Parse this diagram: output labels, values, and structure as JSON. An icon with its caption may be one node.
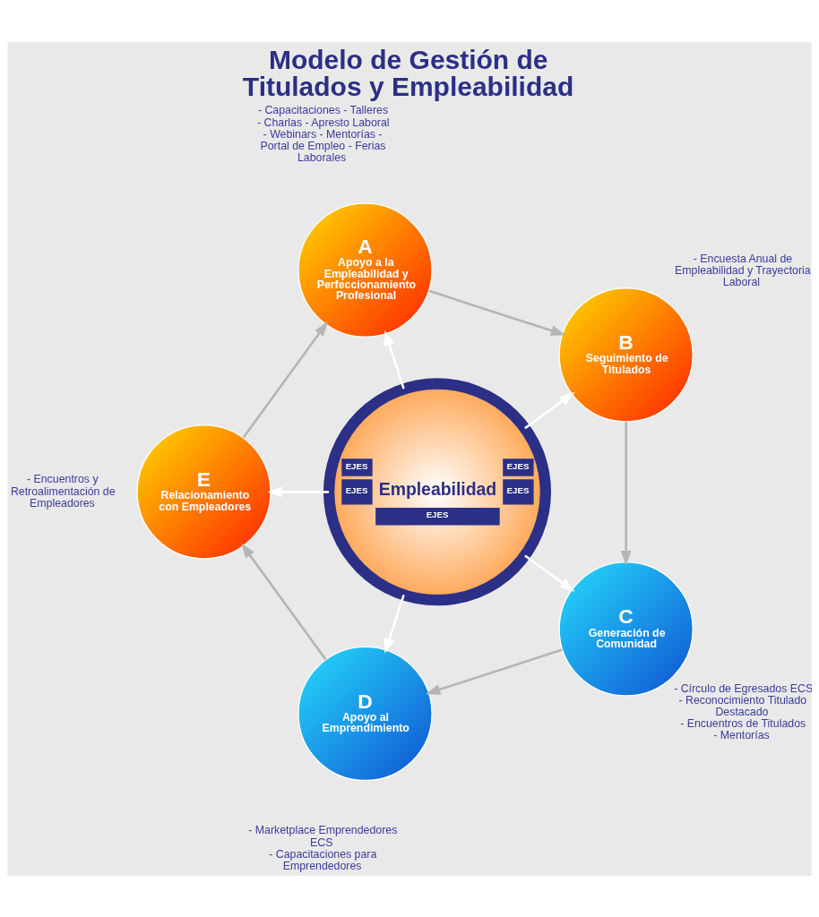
{
  "diagram": {
    "title": "Modelo de Gestión de Titulados y Empleabilidad",
    "nodes": [
      {
        "text": [
          "A",
          "Apoyo a la Empleabilidad y Perfeccionamiento Profesional"
        ],
        "beside": [
          "- Capacitaciones - Talleres - Charlas - Apresto Laboral - Webinars - Mentorías - Portal de Empleo - Ferias Laborales"
        ]
      },
      {
        "text": [
          "E",
          "Relacionamiento con Empleadores"
        ],
        "beside": [
          "- Encuentros y Retroalimentación de Empleadores"
        ]
      },
      {
        "text": [
          "EJES",
          "EJES",
          "EJES",
          "Empleabilidad",
          "EJES",
          "EJES"
        ]
      },
      {
        "text": [
          "B",
          "Seguimiento de Titulados"
        ],
        "beside": [
          "- Encuesta Anual de Empleabilidad y Trayectoria Laboral"
        ]
      },
      {
        "text": [
          "D",
          "Apoyo al Emprendimiento"
        ],
        "beside": [
          "- Marketplace Emprendedores ECS",
          "- Capacitaciones para Emprendedores"
        ]
      },
      {
        "text": [
          "C",
          "Generación de Comunidad"
        ],
        "beside": [
          "- Círculo de Egresados ECS",
          "- Reconocimiento Titulado Destacado",
          "- Encuentros de Titulados",
          "- Mentorías"
        ]
      }
    ],
    "edges": [
      {
        "from": 2,
        "to": 0,
        "arrow": "to",
        "color": "#ffffff"
      },
      {
        "from": 2,
        "to": 3,
        "arrow": "to",
        "color": "#ffffff"
      },
      {
        "from": 2,
        "to": 5,
        "arrow": "to",
        "color": "#ffffff"
      },
      {
        "from": 2,
        "to": 4,
        "arrow": "to",
        "color": "#ffffff"
      },
      {
        "from": 2,
        "to": 1,
        "arrow": "to",
        "color": "#ffffff"
      },
      {
        "from": 0,
        "to": 3,
        "arrow": "to",
        "color": "#b5b5b5"
      },
      {
        "from": 3,
        "to": 5,
        "arrow": "to",
        "color": "#b5b5b5"
      },
      {
        "from": 5,
        "to": 4,
        "arrow": "to",
        "color": "#b5b5b5"
      },
      {
        "from": 4,
        "to": 1,
        "arrow": "to",
        "color": "#b5b5b5"
      },
      {
        "from": 1,
        "to": 0,
        "arrow": "to",
        "color": "#b5b5b5"
      }
    ]
  }
}
